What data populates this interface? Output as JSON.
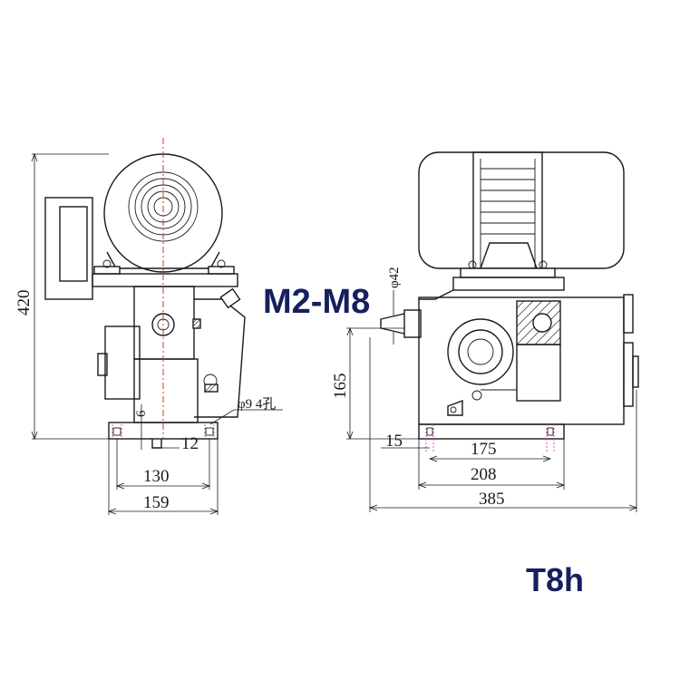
{
  "labels": {
    "model_range": "M2-M8",
    "model_code": "T8h"
  },
  "colors": {
    "label_blue": "#16205e",
    "center_line": "#e0302a",
    "hole_marks": "#e040c0"
  },
  "front_view": {
    "dim_height": "420",
    "dim_base_width": "159",
    "dim_hole_spacing": "130",
    "dim_slot": "12",
    "dim_base_thickness": "6",
    "hole_note": "φ9 4孔"
  },
  "side_view": {
    "dim_spindle_dia": "φ42",
    "dim_spindle_height": "165",
    "dim_offset": "15",
    "dim_hole_spacing": "175",
    "dim_base_length": "208",
    "dim_total_length": "385"
  }
}
